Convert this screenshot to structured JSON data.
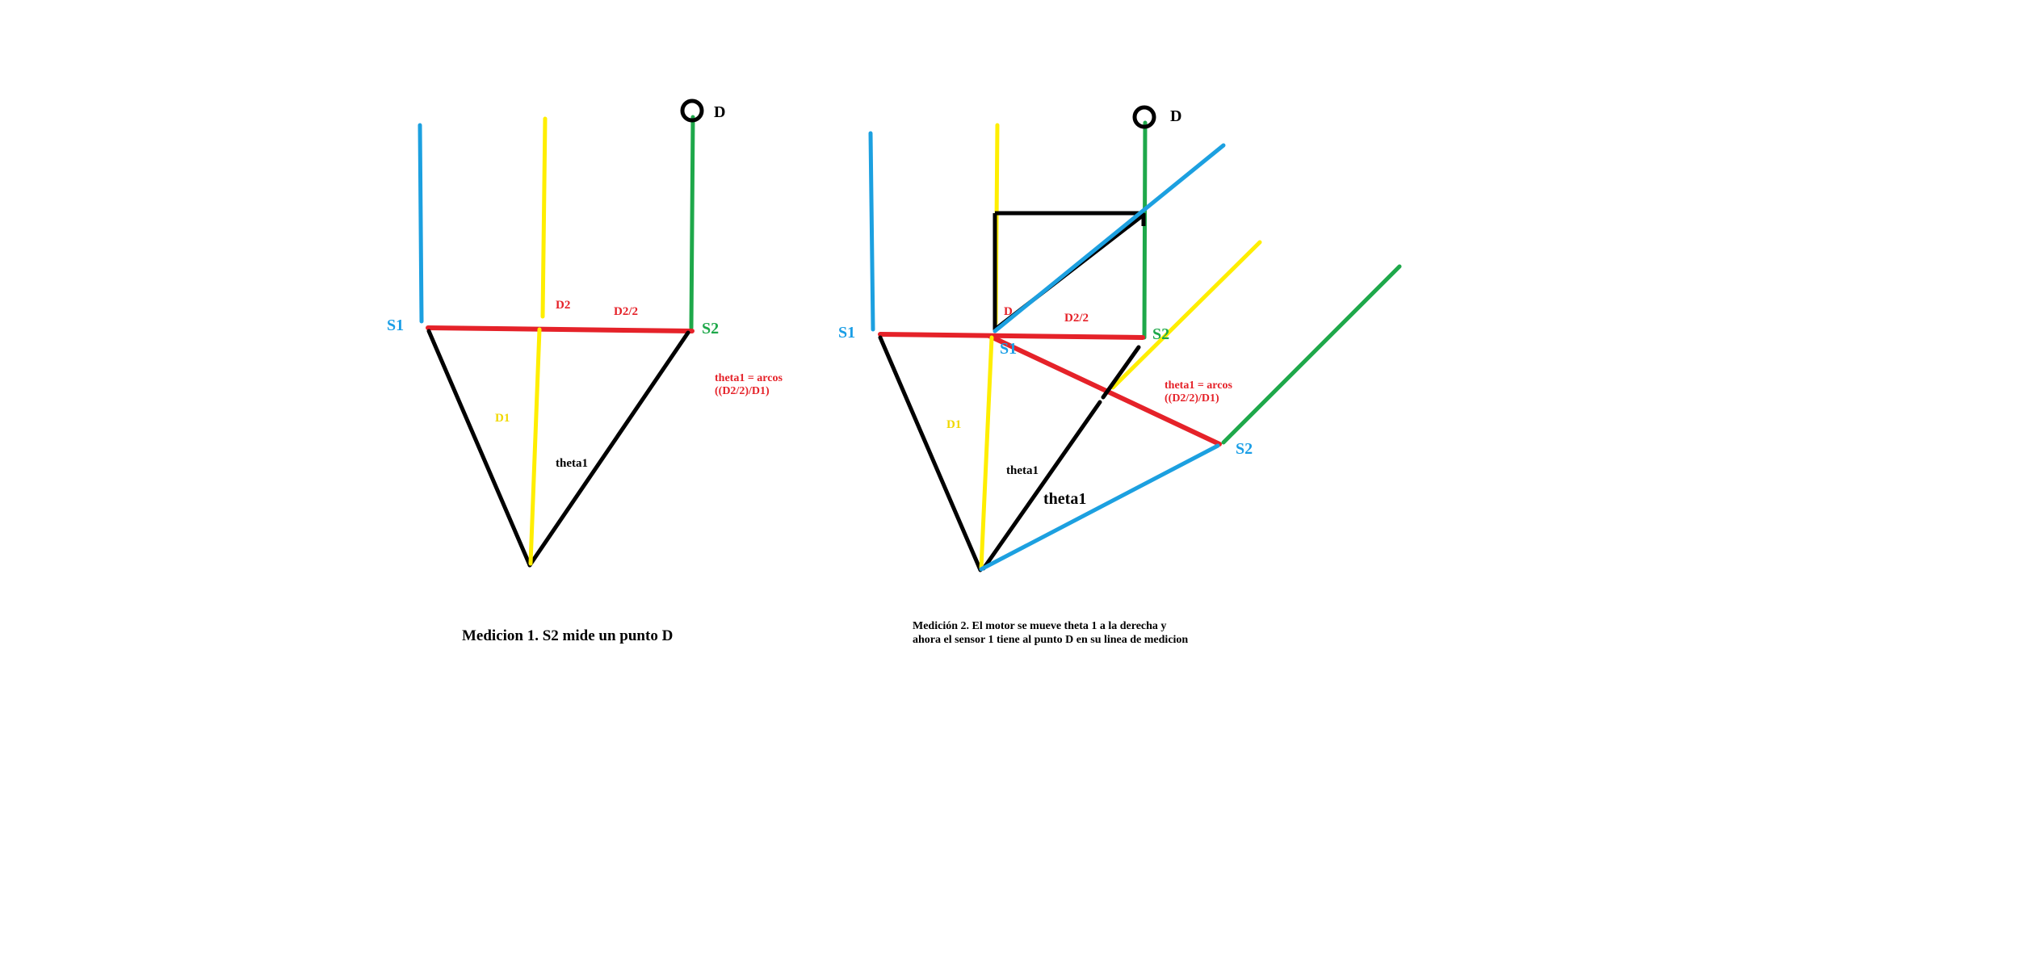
{
  "colors": {
    "blue": "#1ca0e0",
    "yellow": "#ffee00",
    "green": "#1ea84a",
    "red": "#e52229",
    "black": "#000000",
    "label_blue": "#1a9ee6",
    "label_green": "#1ea84a",
    "label_red": "#e52229",
    "label_yellow": "#f0d800"
  },
  "diagram1": {
    "label_s1": "S1",
    "label_s2": "S2",
    "label_d": "D",
    "label_d2": "D2",
    "label_d2_half": "D2/2",
    "label_d1": "D1",
    "label_theta": "theta1",
    "formula_line1": "theta1 = arcos",
    "formula_line2": "((D2/2)/D1)",
    "caption": "Medicion 1. S2 mide un punto  D"
  },
  "diagram2": {
    "label_s1": "S1",
    "label_s2": "S2",
    "label_s1_rotated": "S1",
    "label_s2_rotated": "S2",
    "label_d": "D",
    "label_d_partial": "D",
    "label_d2_half": "D2/2",
    "label_d1": "D1",
    "label_theta_small": "theta1",
    "label_theta_large": "theta1",
    "formula_line1": "theta1 = arcos",
    "formula_line2": "((D2/2)/D1)",
    "caption_line1": "Medición 2. El motor se mueve theta 1 a la derecha y",
    "caption_line2": "ahora el sensor 1 tiene al punto D en su linea de medicion"
  }
}
